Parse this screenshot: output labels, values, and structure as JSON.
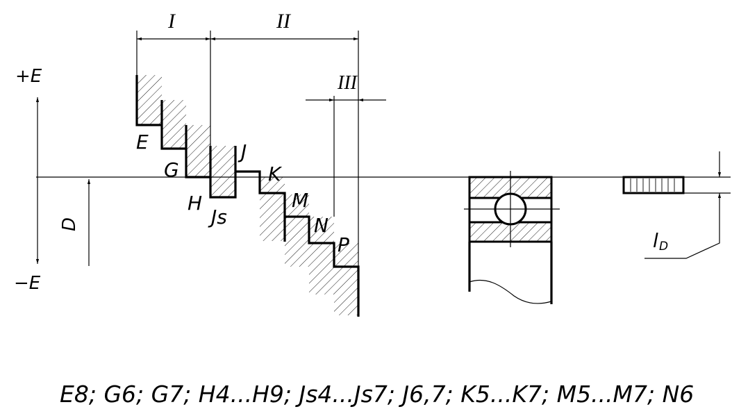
{
  "axis": {
    "plus": "+E",
    "minus": "−E",
    "diameter": "D"
  },
  "zones": {
    "zone1": "I",
    "zone2": "II",
    "zone3": "III"
  },
  "fields": {
    "E": "E",
    "G": "G",
    "H": "H",
    "Js": "Js",
    "J": "J",
    "K": "K",
    "M": "M",
    "N": "N",
    "P": "P"
  },
  "ring": {
    "width_label": "l",
    "width_sub": "D"
  },
  "footer": {
    "fits_list": "E8;  G6;  G7;  H4...H9;  Js4...Js7;  J6,7;  K5...K7;  M5...M7;  N6"
  },
  "colors": {
    "ink": "#000000",
    "paper": "#ffffff"
  }
}
